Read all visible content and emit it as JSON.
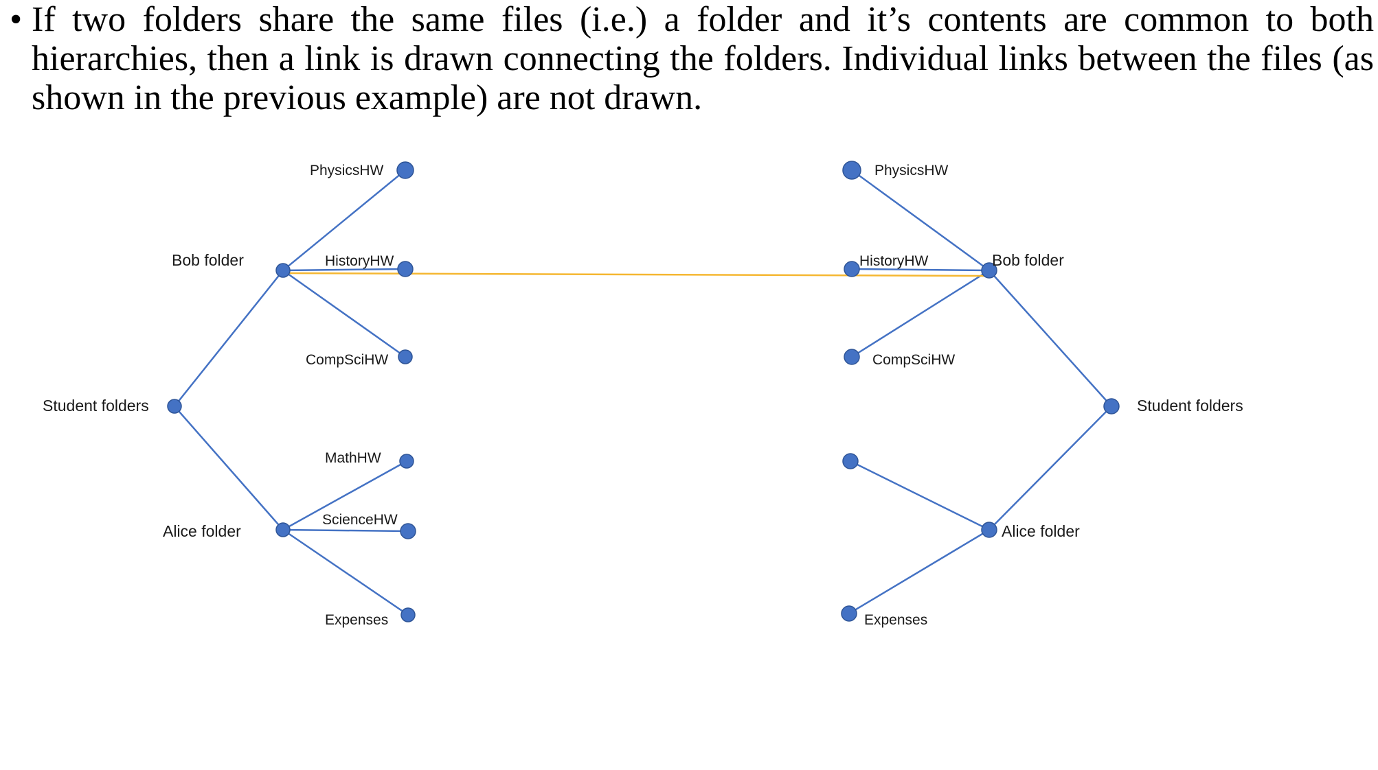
{
  "bullet": {
    "symbol": "•",
    "text": "If two folders share the same files (i.e.) a folder and it’s contents are common to both hierarchies, then a link is drawn connecting the folders. Individual links between the files (as shown in the previous example) are not drawn."
  },
  "left_tree": {
    "root": "Student folders",
    "bob": "Bob folder",
    "alice": "Alice folder",
    "physics": "PhysicsHW",
    "history": "HistoryHW",
    "compsci": "CompSciHW",
    "math": "MathHW",
    "science": "ScienceHW",
    "expenses": "Expenses"
  },
  "right_tree": {
    "root": "Student folders",
    "bob": "Bob folder",
    "alice": "Alice folder",
    "physics": "PhysicsHW",
    "history": "HistoryHW",
    "compsci": "CompSciHW",
    "expenses": "Expenses"
  },
  "colors": {
    "node": "#4472c4",
    "node_stroke": "#2f5597",
    "edge": "#4472c4",
    "link": "#f5b731"
  }
}
